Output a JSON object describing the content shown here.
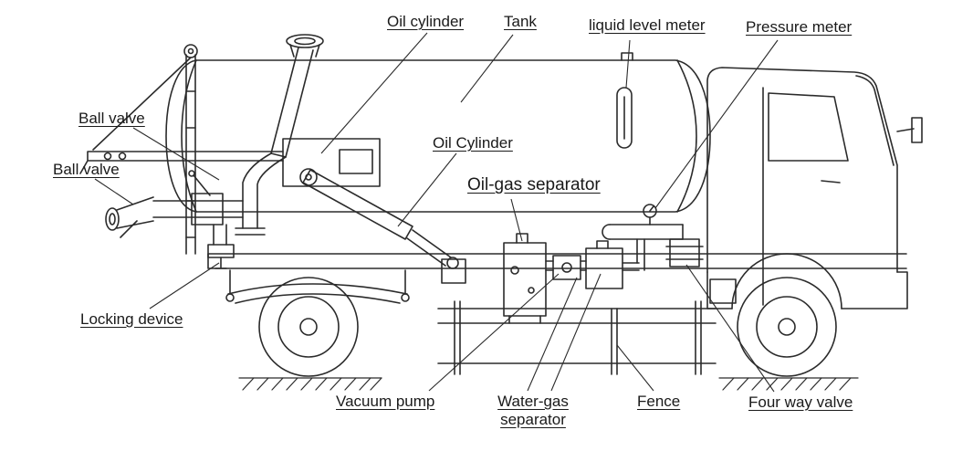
{
  "diagram": {
    "type": "technical-line-drawing",
    "subject": "Vacuum suction tanker truck side view with labeled components",
    "labels": {
      "oil_cylinder_top": "Oil cylinder",
      "tank": "Tank",
      "liquid_level_meter": "liquid level meter",
      "pressure_meter": "Pressure meter",
      "ball_valve_upper": "Ball valve",
      "ball_valve_lower": "Ball valve",
      "oil_cylinder_mid": "Oil Cylinder",
      "oil_gas_separator": "Oil-gas separator",
      "locking_device": "Locking device",
      "vacuum_pump": "Vacuum pump",
      "water_gas_separator": "Water-gas separator",
      "fence": "Fence",
      "four_way_valve": "Four way valve"
    },
    "colors": {
      "line": "#2b2b2b",
      "background": "#ffffff",
      "label_text": "#1a1a1a"
    }
  }
}
